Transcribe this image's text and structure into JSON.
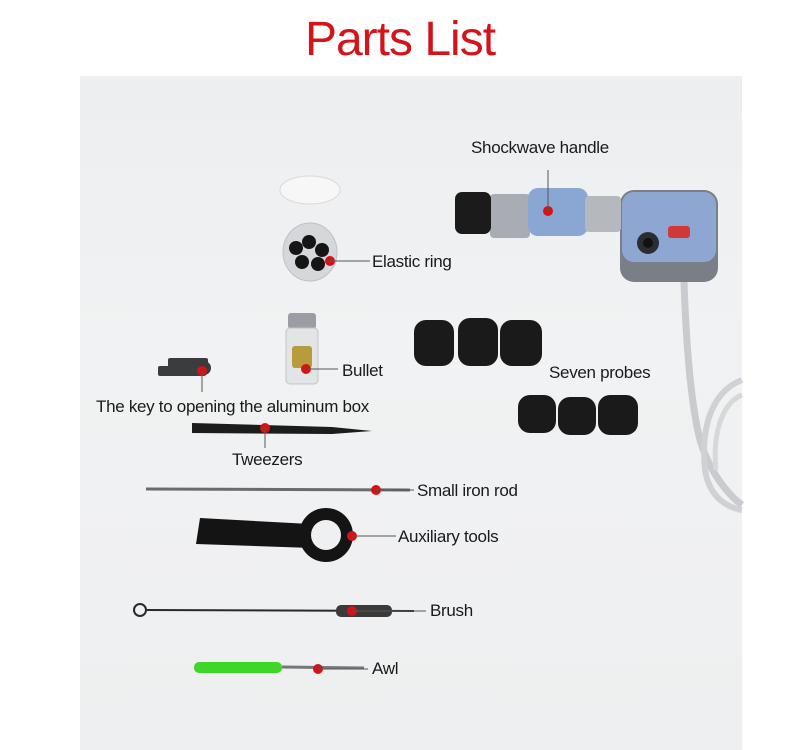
{
  "title": "Parts List",
  "labels": {
    "shockwave_handle": "Shockwave handle",
    "elastic_ring": "Elastic ring",
    "bullet": "Bullet",
    "seven_probes": "Seven probes",
    "key": "The key to opening the aluminum box",
    "tweezers": "Tweezers",
    "small_iron_rod": "Small iron rod",
    "auxiliary_tools": "Auxiliary tools",
    "brush": "Brush",
    "awl": "Awl"
  },
  "colors": {
    "title": "#d4141b",
    "marker": "#d41414",
    "handle_blue": "#7f9ccb",
    "awl_green": "#3fd62a"
  }
}
